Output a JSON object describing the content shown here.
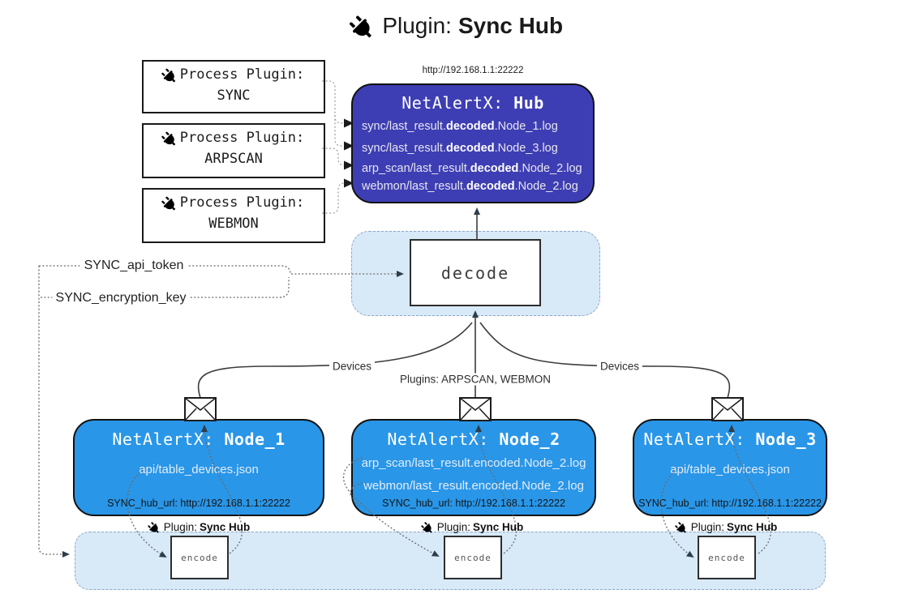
{
  "colors": {
    "hub_fill": "#3e3eb4",
    "node_fill": "#2996e8",
    "panel_fill": "#d8e9f8",
    "panel_border": "#8fa8c2"
  },
  "title": {
    "prefix": "Plugin:",
    "bold": "Sync Hub"
  },
  "process_plugins": [
    {
      "label": "Process Plugin:",
      "name": "SYNC"
    },
    {
      "label": "Process Plugin:",
      "name": "ARPSCAN"
    },
    {
      "label": "Process Plugin:",
      "name": "WEBMON"
    }
  ],
  "hub": {
    "url": "http://192.168.1.1:22222",
    "title": "NetAlertX:",
    "title_bold": "Hub",
    "files": [
      {
        "pre": "sync/last_result.",
        "bold": "decoded",
        "post": ".Node_1.log"
      },
      {
        "pre": "sync/last_result.",
        "bold": "decoded",
        "post": ".Node_3.log"
      },
      {
        "pre": "arp_scan/last_result.",
        "bold": "decoded",
        "post": ".Node_2.log"
      },
      {
        "pre": "webmon/last_result.",
        "bold": "decoded",
        "post": ".Node_2.log"
      }
    ]
  },
  "decode_label": "decode",
  "settings": {
    "api_token": "SYNC_api_token",
    "encryption_key": "SYNC_encryption_key"
  },
  "edge_labels": {
    "left": "Devices",
    "middle": "Plugins: ARPSCAN, WEBMON",
    "right": "Devices"
  },
  "nodes": [
    {
      "title": "NetAlertX:",
      "title_bold": "Node_1",
      "files": [
        "api/table_devices.json"
      ],
      "hub_url": "SYNC_hub_url: http://192.168.1.1:22222"
    },
    {
      "title": "NetAlertX:",
      "title_bold": "Node_2",
      "files": [
        "arp_scan/last_result.encoded.Node_2.log",
        "webmon/last_result.encoded.Node_2.log"
      ],
      "hub_url": "SYNC_hub_url: http://192.168.1.1:22222"
    },
    {
      "title": "NetAlertX:",
      "title_bold": "Node_3",
      "files": [
        "api/table_devices.json"
      ],
      "hub_url": "SYNC_hub_url: http://192.168.1.1:22222"
    }
  ],
  "encoders": [
    {
      "label": "Plugin:",
      "label_bold": "Sync Hub",
      "box": "encode"
    },
    {
      "label": "Plugin:",
      "label_bold": "Sync Hub",
      "box": "encode"
    },
    {
      "label": "Plugin:",
      "label_bold": "Sync Hub",
      "box": "encode"
    }
  ]
}
